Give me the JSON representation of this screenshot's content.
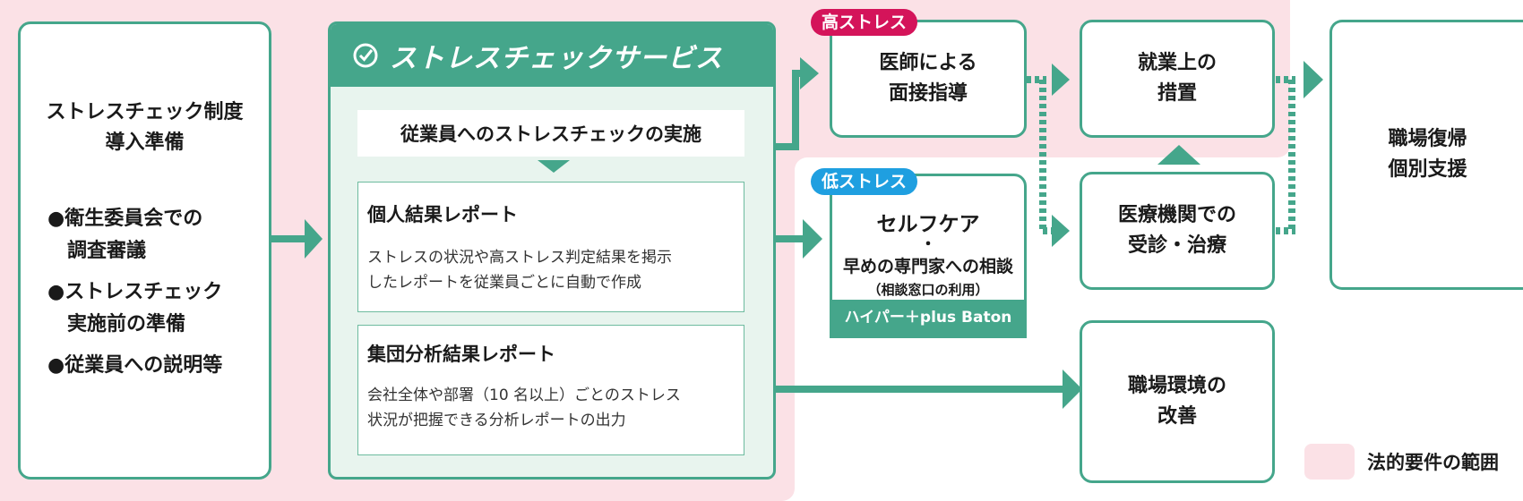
{
  "colors": {
    "accent": "#45a68b",
    "legal_area": "#fbe1e6",
    "high_stress": "#d4145a",
    "low_stress": "#1f9fe0",
    "service_panel": "#e8f4ee"
  },
  "prep": {
    "title_lines": [
      "ストレスチェック制度",
      "導入準備"
    ],
    "items": [
      [
        "●衛生委員会での",
        "　調査審議"
      ],
      [
        "●ストレスチェック",
        "　実施前の準備"
      ],
      [
        "●従業員への説明等"
      ]
    ]
  },
  "service": {
    "icon": "check-circle-icon",
    "header": "ストレスチェックサービス",
    "step": "従業員へのストレスチェックの実施",
    "individual": {
      "title": "個人結果レポート",
      "desc_lines": [
        "ストレスの状況や高ストレス判定結果を掲示",
        "したレポートを従業員ごとに自動で作成"
      ]
    },
    "group": {
      "title": "集団分析結果レポート",
      "desc_lines": [
        "会社全体や部署（10 名以上）ごとのストレス",
        "状況が把握できる分析レポートの出力"
      ]
    }
  },
  "high_stress": {
    "tag": "高ストレス",
    "box_lines": [
      "医師による",
      "面接指導"
    ]
  },
  "low_stress": {
    "tag": "低ストレス",
    "title": "セルフケア",
    "dot": "・",
    "line2": "早めの専門家への相談",
    "note": "（相談窓口の利用）",
    "footer": "ハイパー＋plus Baton"
  },
  "measures": {
    "lines": [
      "就業上の",
      "措置"
    ]
  },
  "medical": {
    "lines": [
      "医療機関での",
      "受診・治療"
    ]
  },
  "return": {
    "lines": [
      "職場復帰",
      "個別支援"
    ]
  },
  "environment": {
    "lines": [
      "職場環境の",
      "改善"
    ]
  },
  "legend": {
    "label": "法的要件の範囲"
  }
}
